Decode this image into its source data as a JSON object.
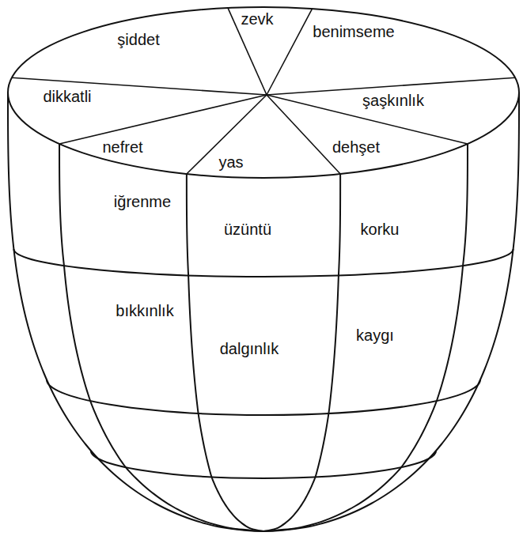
{
  "diagram": {
    "labels": [
      "şiddet",
      "zevk",
      "benimseme",
      "dikkatli",
      "şaşkınlık",
      "nefret",
      "yas",
      "dehşet",
      "iğrenme",
      "üzüntü",
      "korku",
      "bıkkınlık",
      "dalgınlık",
      "kaygı"
    ]
  }
}
